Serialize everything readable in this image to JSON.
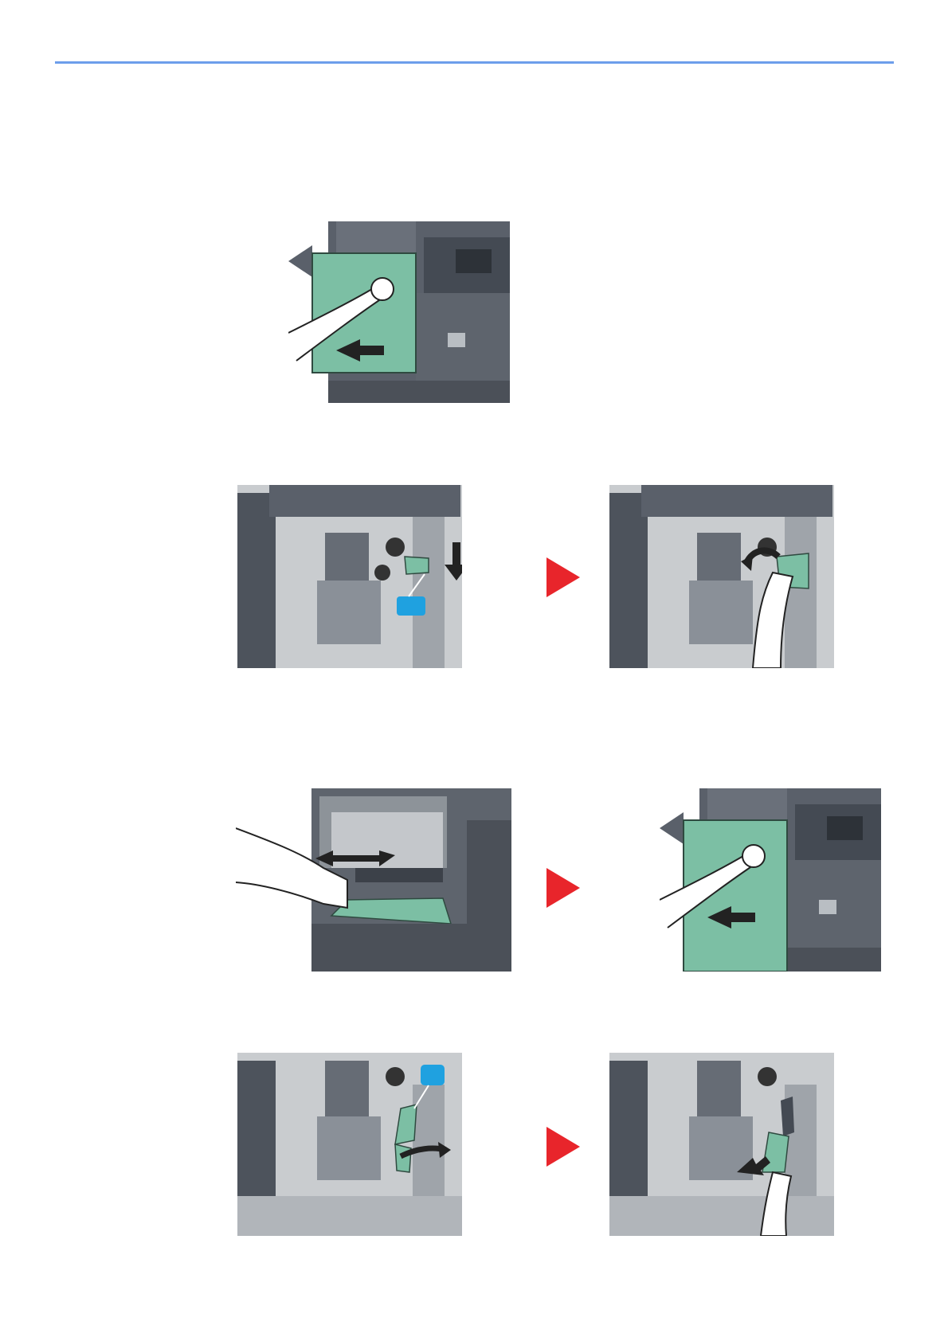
{
  "colors": {
    "rule": "#6d9eeb",
    "step_arrow": "#e8252b",
    "panel_green": "#7cbfa4",
    "callout_blue": "#1fa1e0",
    "machine_dark": "#4f5560",
    "machine_mid": "#707780",
    "machine_light": "#c4c7cb",
    "hand_outline": "#222222"
  },
  "figures": [
    {
      "id": "open-front-cover",
      "icon": "hand-open-cover-icon"
    },
    {
      "id": "lower-lever",
      "icon": "lever-down-icon"
    },
    {
      "id": "remove-paper-tray",
      "icon": "hand-pull-paper-icon"
    },
    {
      "id": "pull-paper-out",
      "icon": "hand-pull-paper-icon"
    },
    {
      "id": "close-front-cover",
      "icon": "hand-close-cover-icon"
    },
    {
      "id": "open-guide",
      "icon": "guide-open-icon"
    },
    {
      "id": "remove-jammed-paper",
      "icon": "hand-remove-paper-icon"
    }
  ]
}
